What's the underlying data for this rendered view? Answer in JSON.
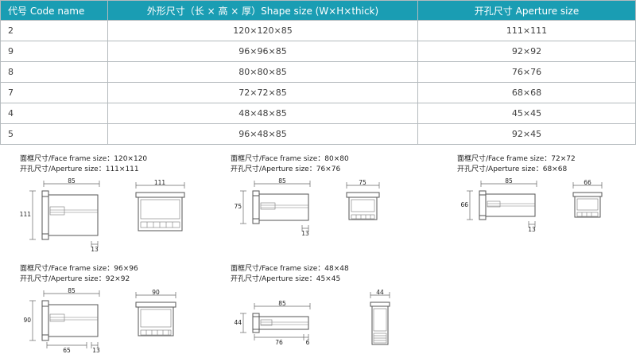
{
  "table": {
    "headers": [
      "代号 Code name",
      "外形尺寸（长 × 高 × 厚）Shape size (W×H×thick)",
      "开孔尺寸 Aperture size"
    ],
    "rows": [
      [
        "2",
        "120×120×85",
        "111×111"
      ],
      [
        "9",
        "96×96×85",
        "92×92"
      ],
      [
        "8",
        "80×80×85",
        "76×76"
      ],
      [
        "7",
        "72×72×85",
        "68×68"
      ],
      [
        "4",
        "48×48×85",
        "45×45"
      ],
      [
        "5",
        "96×48×85",
        "92×45"
      ]
    ]
  },
  "drawings": [
    {
      "face_label": "面框尺寸/Face frame size：120×120",
      "aperture_label": "开孔尺寸/Aperture size：111×111",
      "dims": {
        "depth": "85",
        "height": "111",
        "bezel": "13",
        "front_width": "111"
      }
    },
    {
      "face_label": "面框尺寸/Face frame size：80×80",
      "aperture_label": "开孔尺寸/Aperture size：76×76",
      "dims": {
        "depth": "85",
        "height": "75",
        "bezel": "13",
        "front_width": "75"
      }
    },
    {
      "face_label": "面框尺寸/Face frame size：72×72",
      "aperture_label": "开孔尺寸/Aperture size：68×68",
      "dims": {
        "depth": "85",
        "height": "66",
        "bezel": "13",
        "front_width": "66"
      }
    },
    {
      "face_label": "面框尺寸/Face frame size：96×96",
      "aperture_label": "开孔尺寸/Aperture size：92×92",
      "dims": {
        "depth": "85",
        "height": "90",
        "body": "65",
        "bezel": "13",
        "front_width": "90"
      }
    },
    {
      "face_label": "面框尺寸/Face frame size：48×48",
      "aperture_label": "开孔尺寸/Aperture size：45×45",
      "dims": {
        "depth": "85",
        "height": "44",
        "body": "76",
        "bezel": "6",
        "front_width": "44"
      }
    }
  ]
}
